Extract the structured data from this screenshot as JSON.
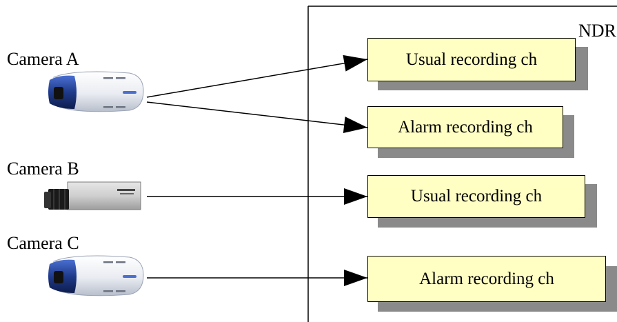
{
  "ndr_label": "NDR",
  "cameras": [
    {
      "label": "Camera A",
      "icon": "dome-camera-icon"
    },
    {
      "label": "Camera B",
      "icon": "box-camera-icon"
    },
    {
      "label": "Camera C",
      "icon": "dome-camera-icon"
    }
  ],
  "channels": [
    {
      "label": "Usual recording ch"
    },
    {
      "label": "Alarm recording ch"
    },
    {
      "label": "Usual recording ch"
    },
    {
      "label": "Alarm recording ch"
    }
  ],
  "connections": [
    {
      "from": "Camera A",
      "to": 0
    },
    {
      "from": "Camera A",
      "to": 1
    },
    {
      "from": "Camera B",
      "to": 2
    },
    {
      "from": "Camera C",
      "to": 3
    }
  ],
  "colors": {
    "box_fill": "#ffffc4",
    "box_shadow": "#8a8a8a",
    "camera_blue": "#1f3a8a",
    "line": "#000000"
  }
}
